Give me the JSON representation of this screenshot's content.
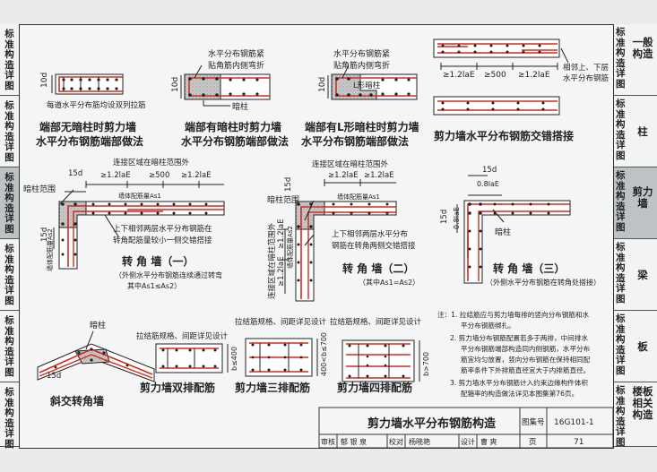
{
  "left_sidebar": [
    {
      "label": "标准构造详图",
      "active": false
    },
    {
      "label": "标准构造详图",
      "active": false
    },
    {
      "label": "标准构造详图",
      "active": true
    },
    {
      "label": "标准构造详图",
      "active": false
    },
    {
      "label": "标准构造详图",
      "active": false
    },
    {
      "label": "标准构造详图",
      "active": false
    }
  ],
  "right_sidebar": [
    {
      "vertical": "标准构造详图",
      "topic": "一般构造",
      "active": false
    },
    {
      "vertical": "标准构造详图",
      "topic": "柱",
      "active": false
    },
    {
      "vertical": "标准构造详图",
      "topic": "剪力墙",
      "active": true
    },
    {
      "vertical": "标准构造详图",
      "topic": "梁",
      "active": false
    },
    {
      "vertical": "标准构造详图",
      "topic": "板",
      "active": false
    },
    {
      "vertical": "标准构造详图",
      "topic": "楼板相关构造",
      "active": false
    }
  ],
  "details": {
    "d1": {
      "dim": "10d",
      "note": "每道水平分布筋均设双列拉筋",
      "caption1": "端部无暗柱时剪力墙",
      "caption2": "水平分布钢筋端部做法"
    },
    "d2": {
      "dim": "10d",
      "note1": "水平分布钢筋紧",
      "note2": "贴角筋内侧弯折",
      "label": "暗柱",
      "caption1": "端部有暗柱时剪力墙",
      "caption2": "水平分布钢筋端部做法"
    },
    "d3": {
      "dim": "10d",
      "note1": "水平分布钢筋紧",
      "note2": "贴角筋内侧弯折",
      "label": "L形暗柱",
      "caption1": "端部有L形暗柱时剪力墙",
      "caption2": "水平分布钢筋端部做法"
    },
    "d4": {
      "dim1": "≥1.2laE",
      "dim2": "≥500",
      "dim3": "≥1.2laE",
      "note1": "相邻上、下层",
      "note2": "水平分布钢筋",
      "caption": "剪力墙水平分布钢筋交错搭接"
    },
    "c1": {
      "top": "连接区域在暗柱范围外",
      "dim1": "15d",
      "dim2": "≥1.2laE",
      "dim3": "≥500",
      "dim4": "≥1.2laE",
      "label": "暗柱范围",
      "as1": "墙体配筋量As1",
      "as2": "墙体配筋量As2",
      "dim5": "15d",
      "note1": "上下相邻两层水平分布钢筋在",
      "note2": "转角配筋量较小一侧交错搭接",
      "caption": "转 角 墙（一）",
      "sub1": "（外侧水平分布钢筋连续通过转弯",
      "sub2": "其中As1≤As2）"
    },
    "c2": {
      "top1": "连接区域在暗柱范围外",
      "top2": "≥1.2laE",
      "top3": "≥1.2laE",
      "dim": "15d",
      "label": "暗柱范围",
      "as1": "墙体配筋量As1",
      "as2": "墙体配筋量As2",
      "side1": "连接区域在暗柱范围外",
      "side2": "≥1.2laE",
      "side3": "≥1.2laE",
      "note1": "上下相邻两层水平分布",
      "note2": "钢筋在转角两侧交错搭接",
      "caption": "转 角 墙（二）",
      "sub": "（其中As1=As2）"
    },
    "c3": {
      "dim1": "15d",
      "dim2": "0.8laE",
      "dim3": "15d",
      "dim4": "0.8laE",
      "label": "暗柱",
      "caption": "转 角 墙（三）",
      "sub": "（外侧水平分布钢筋在转角处搭接）"
    },
    "s1": {
      "label": "暗柱",
      "dim": "15d",
      "caption": "斜交转角墙"
    },
    "s2": {
      "note": "拉结筋规格、间距详见设计",
      "dim": "b≤400",
      "caption": "剪力墙双排配筋"
    },
    "s3": {
      "note": "拉结筋规格、间距详见设计",
      "dim": "400<b≤700",
      "caption": "剪力墙三排配筋"
    },
    "s4": {
      "note": "拉结筋规格、间距详见设计",
      "dim": "b>700",
      "caption": "剪力墙四排配筋"
    }
  },
  "notes": [
    "注：1. 拉结筋应与剪力墙每排的竖向分布钢筋和水",
    "平分布钢筋绑扎。",
    "2. 剪力墙分布钢筋配置若多于两排，中间排水",
    "平分布钢筋端部构造同内侧钢筋，水平分布",
    "筋宜均匀放置，竖向分布钢筋在保持相同配",
    "筋率条件下外排筋直径宜大于内排筋直径。",
    "3. 剪力墙水平分布钢筋计入约束边缘构件体积",
    "配箍率的构造做法详见本图集第76页。"
  ],
  "title_block": {
    "title": "剪力墙水平分布钢筋构造",
    "atlas_label": "图集号",
    "atlas_no": "16G101-1",
    "row": [
      "审核",
      "郁 银 泉",
      "校对",
      "杨晓艳",
      "设计",
      "曹 爽"
    ],
    "page_label": "页",
    "page_no": "71"
  },
  "colors": {
    "rebar": "#d42a1f",
    "hatch": "#9a9a9a",
    "ink": "#222222"
  }
}
